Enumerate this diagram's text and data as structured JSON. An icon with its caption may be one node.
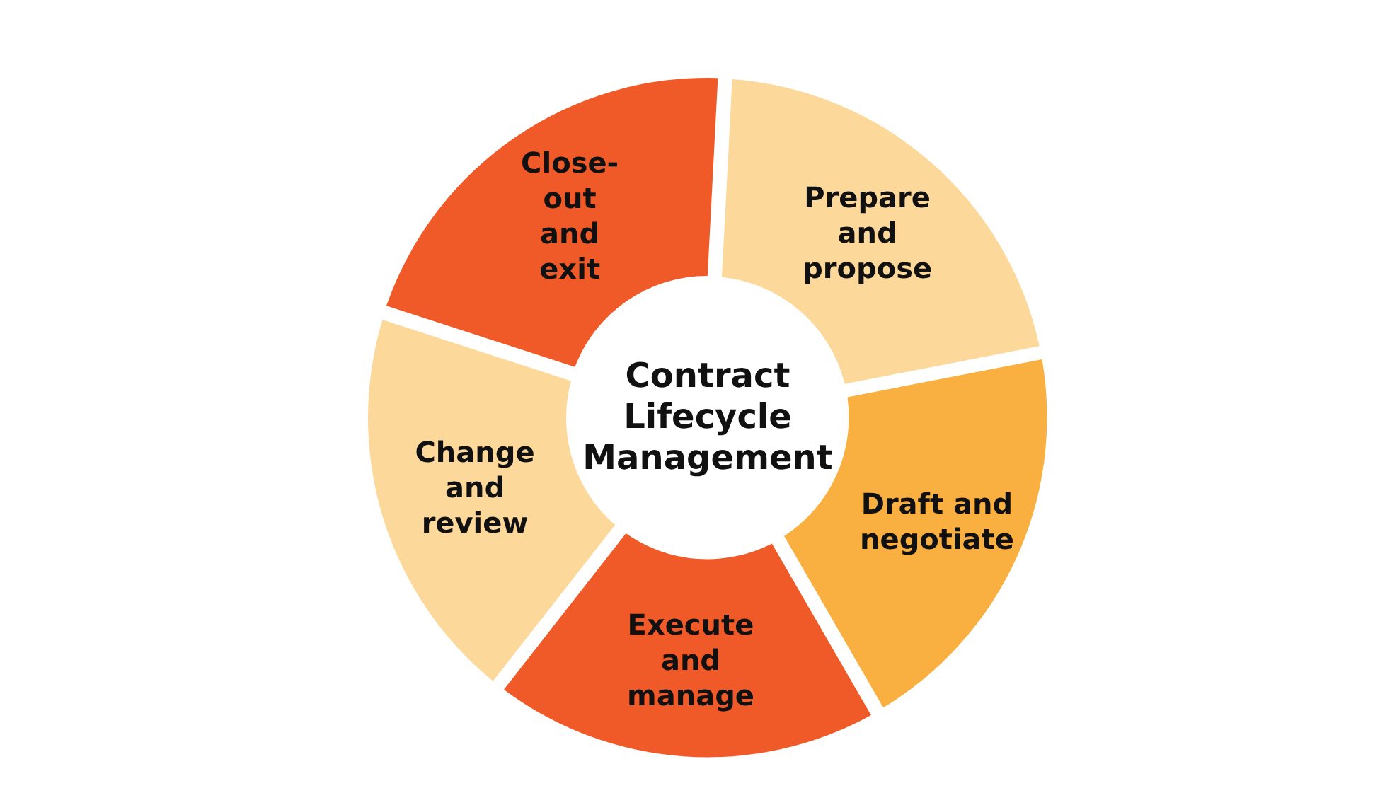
{
  "diagram": {
    "nodes": [
      {
        "text": [
          "Contract Lifecycle Management"
        ]
      },
      {
        "text": [
          "Prepare and propose"
        ]
      },
      {
        "text": [
          "Draft and negotiate"
        ]
      },
      {
        "text": [
          "Execute and manage"
        ]
      },
      {
        "text": [
          "Change and review"
        ]
      },
      {
        "text": [
          "Close-out and exit"
        ]
      }
    ]
  }
}
